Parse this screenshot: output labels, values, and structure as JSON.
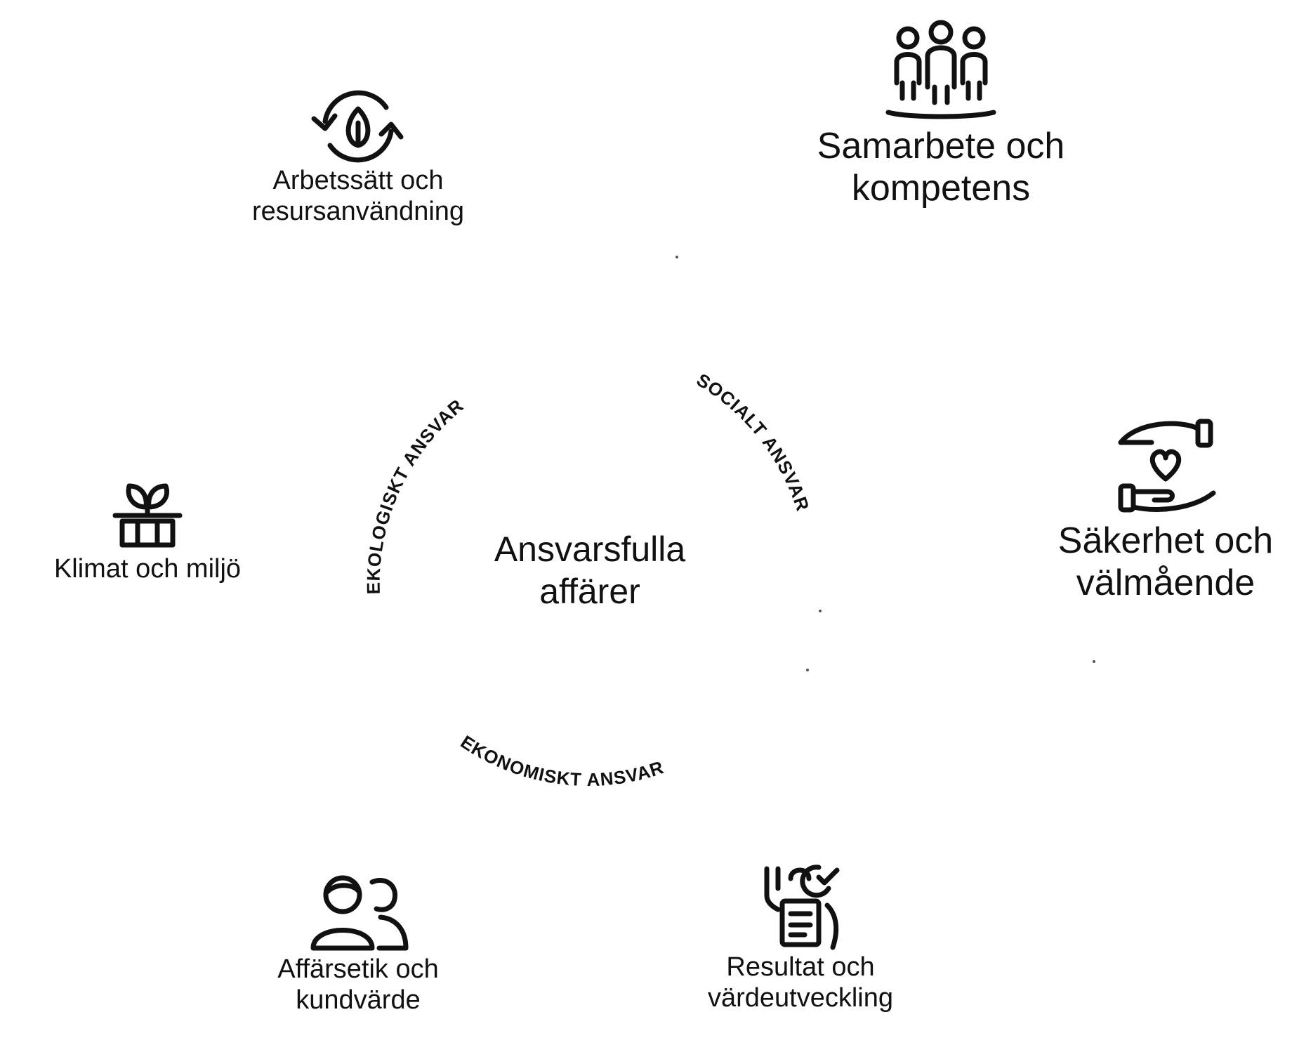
{
  "center": {
    "line1": "Ansvarsfulla",
    "line2": "affärer"
  },
  "arcs": {
    "left": "EKOLOGISKT ANSVAR",
    "right": "SOCIALT ANSVAR",
    "bottom": "EKONOMISKT ANSVAR"
  },
  "nodes": {
    "arbetssatt": {
      "line1": "Arbetssätt och",
      "line2": "resursanvändning",
      "icon": "recycle-leaf-icon"
    },
    "samarbete": {
      "line1": "Samarbete och",
      "line2": "kompetens",
      "icon": "people-group-icon"
    },
    "klimat": {
      "line1": "Klimat och miljö",
      "icon": "seedling-hands-icon"
    },
    "sakerhet": {
      "line1": "Säkerhet och",
      "line2": "välmående",
      "icon": "hands-heart-icon"
    },
    "affarsetik": {
      "line1": "Affärsetik och",
      "line2": "kundvärde",
      "icon": "two-people-icon"
    },
    "resultat": {
      "line1": "Resultat och",
      "line2": "värdeutveckling",
      "icon": "checklist-report-icon"
    }
  },
  "colors": {
    "ink": "#111111",
    "background": "#ffffff"
  }
}
